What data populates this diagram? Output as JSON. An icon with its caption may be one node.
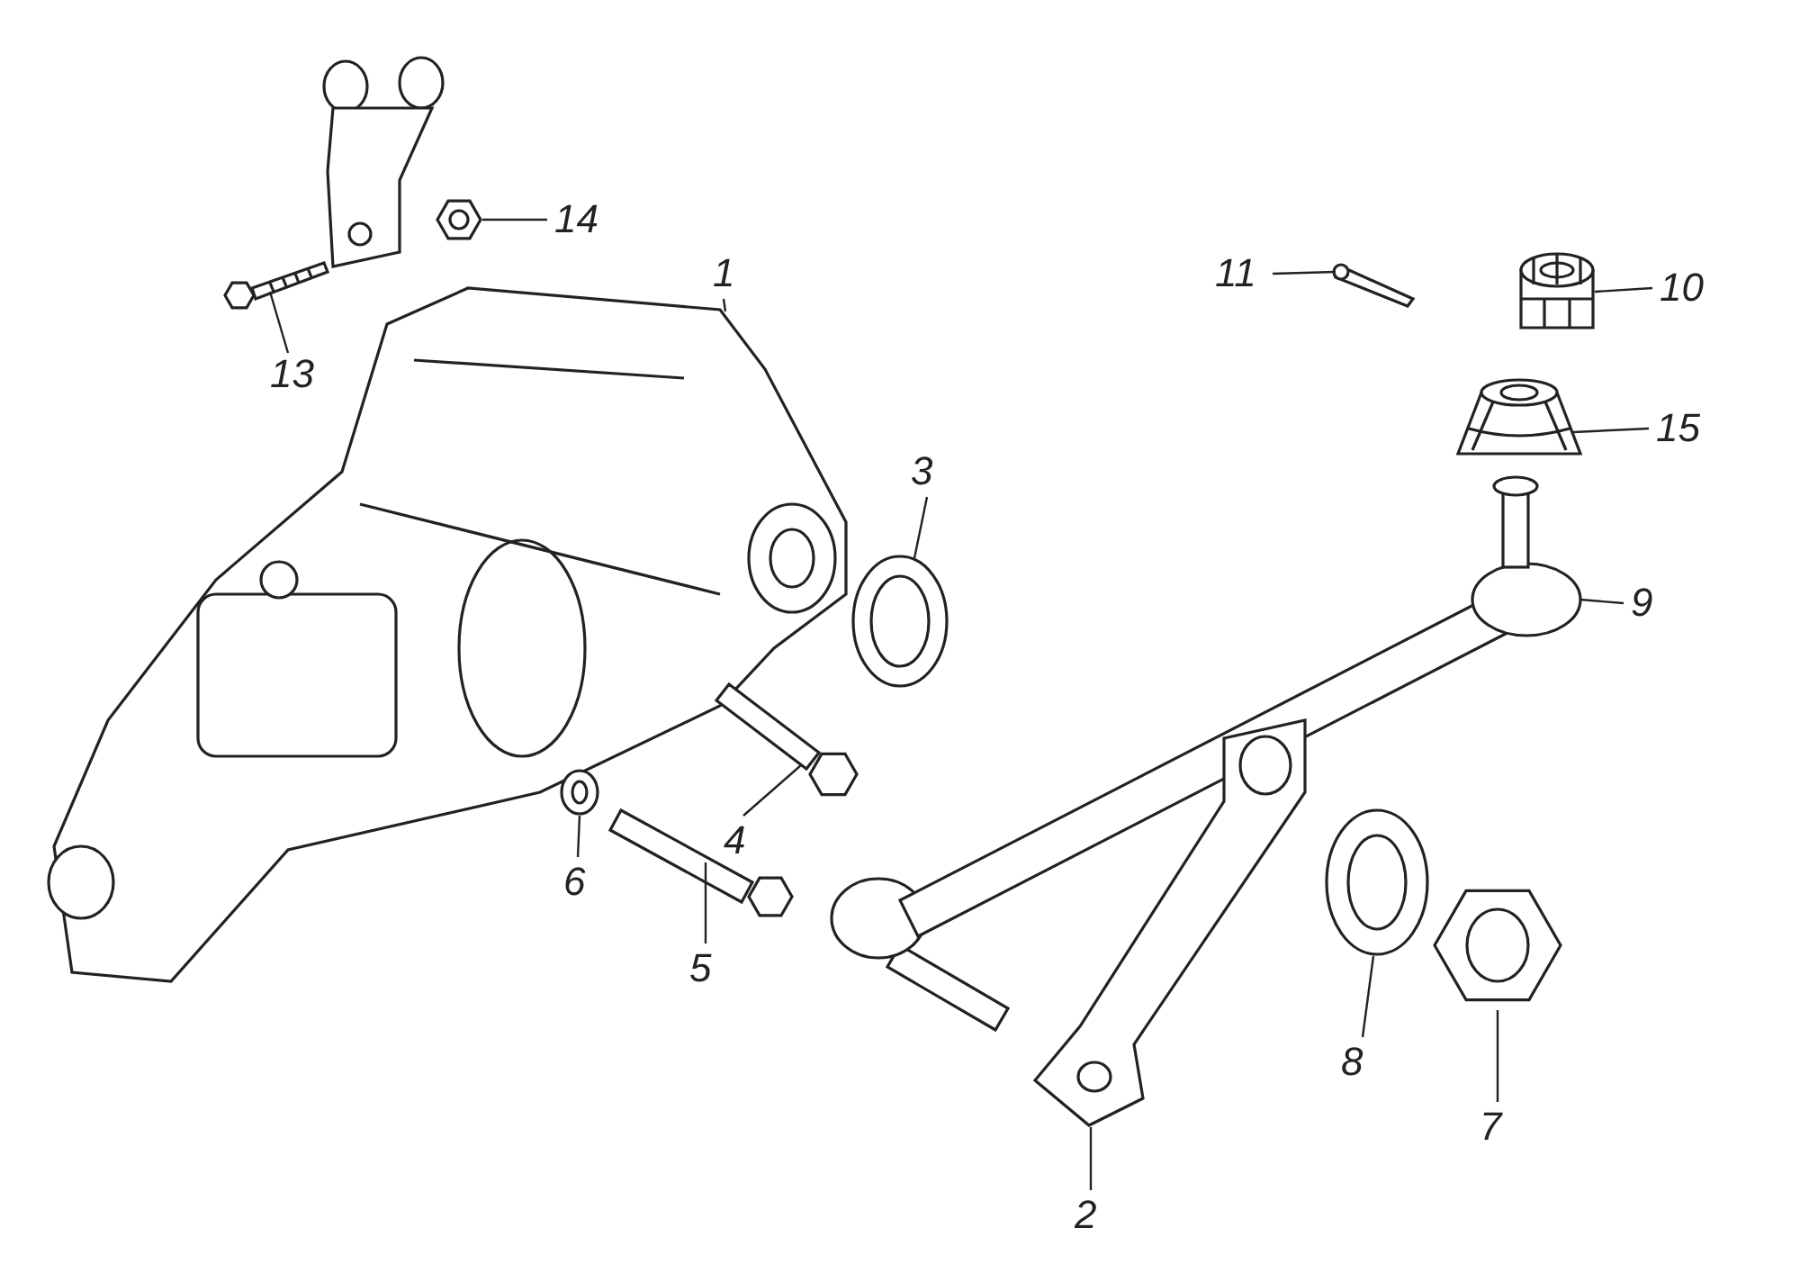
{
  "diagram": {
    "nodes": [
      {
        "text": [
          "14"
        ]
      },
      {
        "text": [
          "1"
        ]
      },
      {
        "text": [
          "11"
        ]
      },
      {
        "text": [
          "10"
        ]
      },
      {
        "text": [
          "13"
        ]
      },
      {
        "text": [
          "15"
        ]
      },
      {
        "text": [
          "3"
        ]
      },
      {
        "text": [
          "9"
        ]
      },
      {
        "text": [
          "4"
        ]
      },
      {
        "text": [
          "6"
        ]
      },
      {
        "text": [
          "5"
        ]
      },
      {
        "text": [
          "8"
        ]
      },
      {
        "text": [
          "7"
        ]
      },
      {
        "text": [
          "2"
        ]
      },
      {
        "text": [],
        "shape": "picture"
      },
      {
        "text": [],
        "shape": "picture"
      },
      {
        "text": [],
        "shape": "picture"
      },
      {
        "text": [],
        "shape": "picture"
      },
      {
        "text": [],
        "shape": "picture"
      },
      {
        "text": [],
        "shape": "picture"
      },
      {
        "text": [],
        "shape": "picture"
      },
      {
        "text": [],
        "shape": "picture"
      },
      {
        "text": [],
        "shape": "picture"
      },
      {
        "text": [],
        "shape": "picture"
      },
      {
        "text": [],
        "shape": "picture"
      },
      {
        "text": [],
        "shape": "picture"
      },
      {
        "text": [],
        "shape": "picture"
      },
      {
        "text": [],
        "shape": "picture"
      }
    ],
    "edges": [
      {
        "from": 0,
        "to": 14,
        "arrow": "none"
      },
      {
        "from": 1,
        "to": 15,
        "arrow": "none"
      },
      {
        "from": 2,
        "to": 16,
        "arrow": "none"
      },
      {
        "from": 3,
        "to": 17,
        "arrow": "none"
      },
      {
        "from": 4,
        "to": 18,
        "arrow": "none"
      },
      {
        "from": 5,
        "to": 19,
        "arrow": "none"
      },
      {
        "from": 6,
        "to": 20,
        "arrow": "none"
      },
      {
        "from": 7,
        "to": 21,
        "arrow": "none"
      },
      {
        "from": 8,
        "to": 22,
        "arrow": "none"
      },
      {
        "from": 9,
        "to": 23,
        "arrow": "none"
      },
      {
        "from": 10,
        "to": 24,
        "arrow": "none"
      },
      {
        "from": 11,
        "to": 25,
        "arrow": "none"
      },
      {
        "from": 12,
        "to": 26,
        "arrow": "none"
      },
      {
        "from": 13,
        "to": 27,
        "arrow": "none"
      }
    ]
  }
}
